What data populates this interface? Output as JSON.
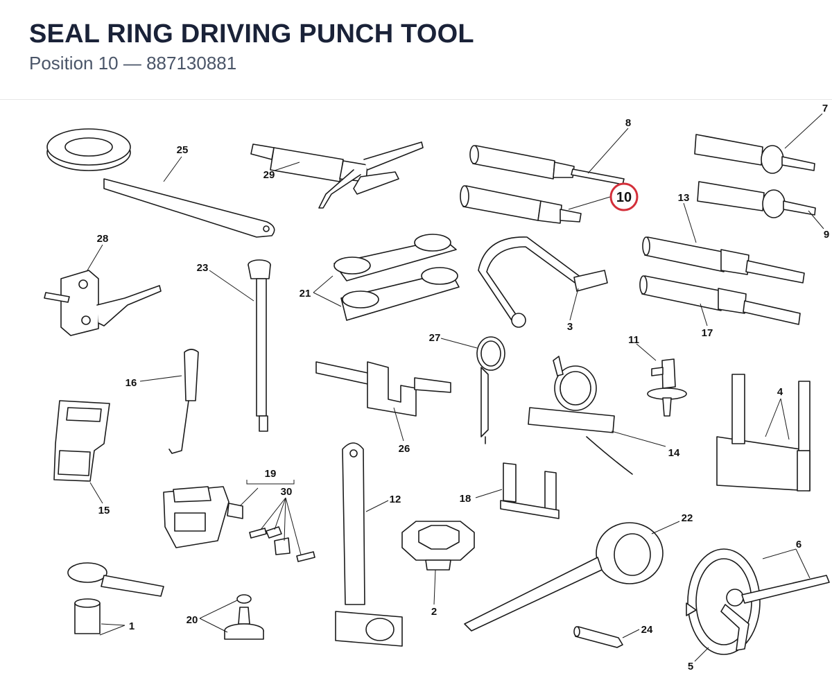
{
  "header": {
    "title": "SEAL RING DRIVING PUNCH TOOL",
    "subtitle": "Position 10 — 887130881"
  },
  "colors": {
    "title": "#1a2238",
    "subtitle": "#4a5568",
    "highlight_ring": "#d32f3a",
    "line_art": "#1a1a1a"
  },
  "callouts": {
    "c1": "1",
    "c2": "2",
    "c3": "3",
    "c4": "4",
    "c5": "5",
    "c6": "6",
    "c7": "7",
    "c8": "8",
    "c9": "9",
    "c10": "10",
    "c11": "11",
    "c12": "12",
    "c13": "13",
    "c14": "14",
    "c15": "15",
    "c16": "16",
    "c17": "17",
    "c18": "18",
    "c19": "19",
    "c20": "20",
    "c21": "21",
    "c22": "22",
    "c23": "23",
    "c24": "24",
    "c25": "25",
    "c26": "26",
    "c27": "27",
    "c28": "28",
    "c29": "29",
    "c30": "30"
  },
  "highlighted_position": "10"
}
